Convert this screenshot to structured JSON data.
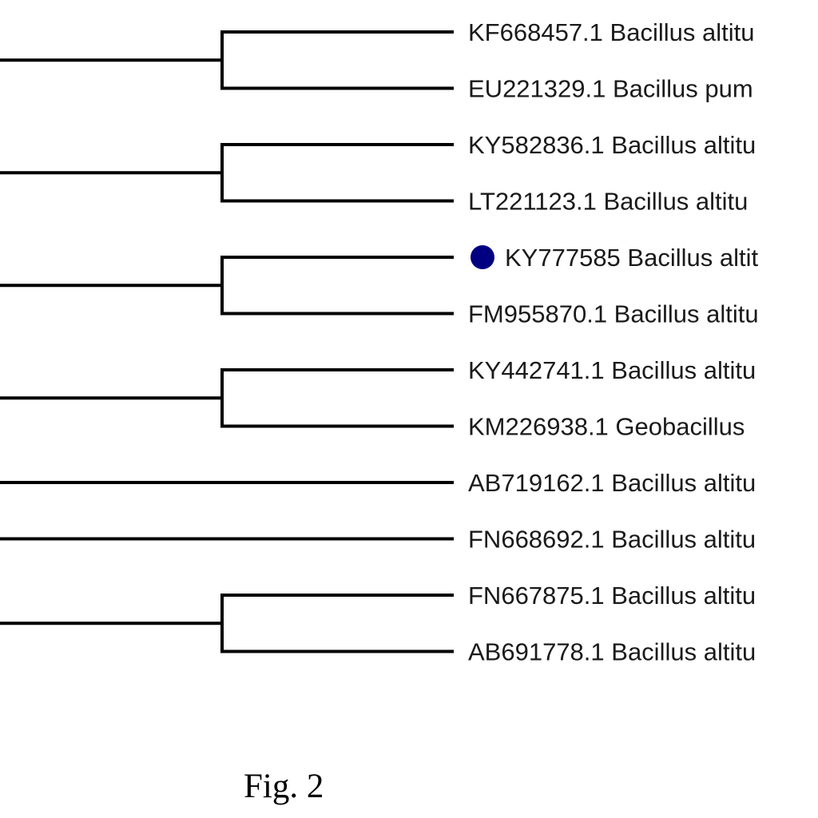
{
  "tree": {
    "leaves": [
      {
        "label": "KF668457.1 Bacillus altitu"
      },
      {
        "label": "EU221329.1 Bacillus pum"
      },
      {
        "label": "KY582836.1 Bacillus altitu"
      },
      {
        "label": "LT221123.1 Bacillus altitu"
      },
      {
        "label": "KY777585 Bacillus altit",
        "marker": true
      },
      {
        "label": "FM955870.1 Bacillus altitu"
      },
      {
        "label": "KY442741.1 Bacillus altitu"
      },
      {
        "label": "KM226938.1 Geobacillus"
      },
      {
        "label": "AB719162.1 Bacillus altitu"
      },
      {
        "label": "FN668692.1 Bacillus altitu"
      },
      {
        "label": "FN667875.1 Bacillus altitu"
      },
      {
        "label": "AB691778.1 Bacillus altitu"
      }
    ],
    "clades": [
      {
        "name": "clade-1",
        "members": [
          0,
          1
        ]
      },
      {
        "name": "clade-2",
        "members": [
          2,
          3
        ]
      },
      {
        "name": "clade-3",
        "members": [
          4,
          5
        ]
      },
      {
        "name": "clade-4",
        "members": [
          6,
          7
        ]
      },
      {
        "name": "clade-5",
        "members": [
          8
        ]
      },
      {
        "name": "clade-6",
        "members": [
          9
        ]
      },
      {
        "name": "clade-7",
        "members": [
          10,
          11
        ]
      }
    ],
    "marker_color": "#000080",
    "line_color": "#000000"
  },
  "caption": {
    "text": "Fig. 2"
  }
}
